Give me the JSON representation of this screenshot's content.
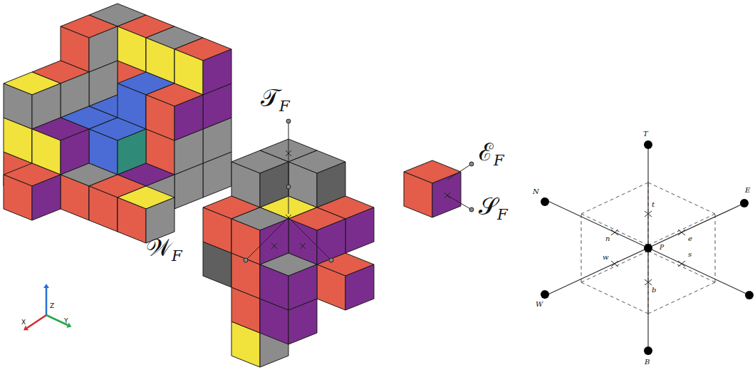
{
  "diagram": {
    "labels": [
      "𝒯F",
      "ℰF",
      "𝒮F",
      "𝒲F",
      "T",
      "N",
      "E",
      "W",
      "B",
      "P",
      "t",
      "n",
      "e",
      "w",
      "s",
      "b",
      "Z",
      "X",
      "Y"
    ]
  }
}
